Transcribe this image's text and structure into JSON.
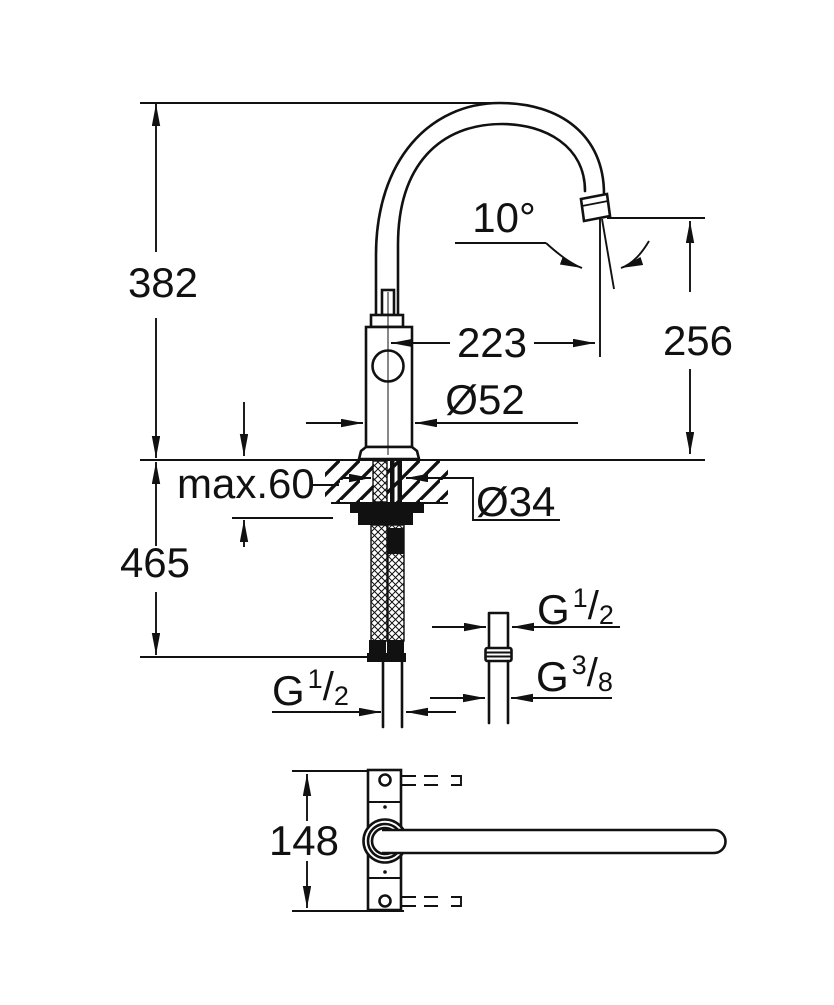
{
  "drawing": {
    "type": "faucet-installation-dimension-drawing",
    "ink_color": "#111111",
    "paper_color": "#ffffff"
  },
  "labels": {
    "height_above_deck": "382",
    "spout_angle": "10°",
    "spout_reach": "223",
    "outlet_height": "256",
    "body_diameter": "Ø52",
    "max_counter_thickness": "max.60",
    "hole_diameter": "Ø34",
    "height_below_deck": "465",
    "handle_span": "148",
    "g_half_left": {
      "base": "G",
      "numerator": "1",
      "slash": "/",
      "denominator": "2"
    },
    "g_half_right": {
      "base": "G",
      "numerator": "1",
      "slash": "/",
      "denominator": "2"
    },
    "g_three_eighth_right": {
      "base": "G",
      "numerator": "3",
      "slash": "/",
      "denominator": "8"
    }
  }
}
